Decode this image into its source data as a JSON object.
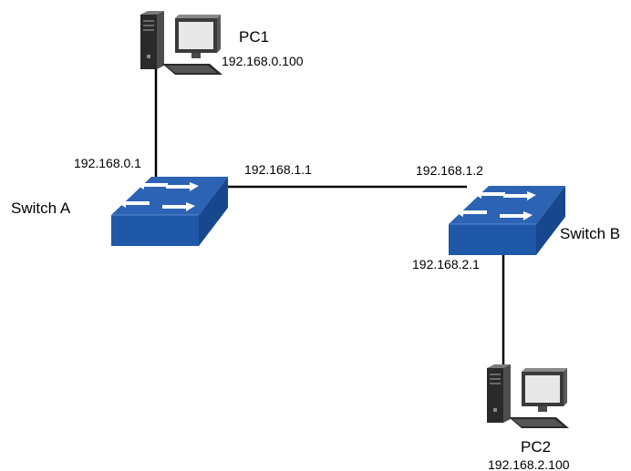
{
  "devices": {
    "pc1": {
      "name": "PC1",
      "ip": "192.168.0.100"
    },
    "pc2": {
      "name": "PC2",
      "ip": "192.168.2.100"
    },
    "switch_a": {
      "name": "Switch A"
    },
    "switch_b": {
      "name": "Switch B"
    }
  },
  "interfaces": {
    "switch_a_to_pc1": "192.168.0.1",
    "switch_a_to_switch_b": "192.168.1.1",
    "switch_b_to_switch_a": "192.168.1.2",
    "switch_b_to_pc2": "192.168.2.1"
  },
  "colors": {
    "switch_top": "#2d63b4",
    "switch_front": "#1f58a8",
    "switch_side": "#17478c",
    "arrow": "#ffffff",
    "link": "#000000",
    "pc_dark": "#2a2a2a",
    "pc_mid": "#5a5a5a",
    "pc_screen": "#e8e8e8"
  },
  "icons": {
    "pc": "desktop-computer-icon",
    "switch": "network-switch-icon"
  }
}
